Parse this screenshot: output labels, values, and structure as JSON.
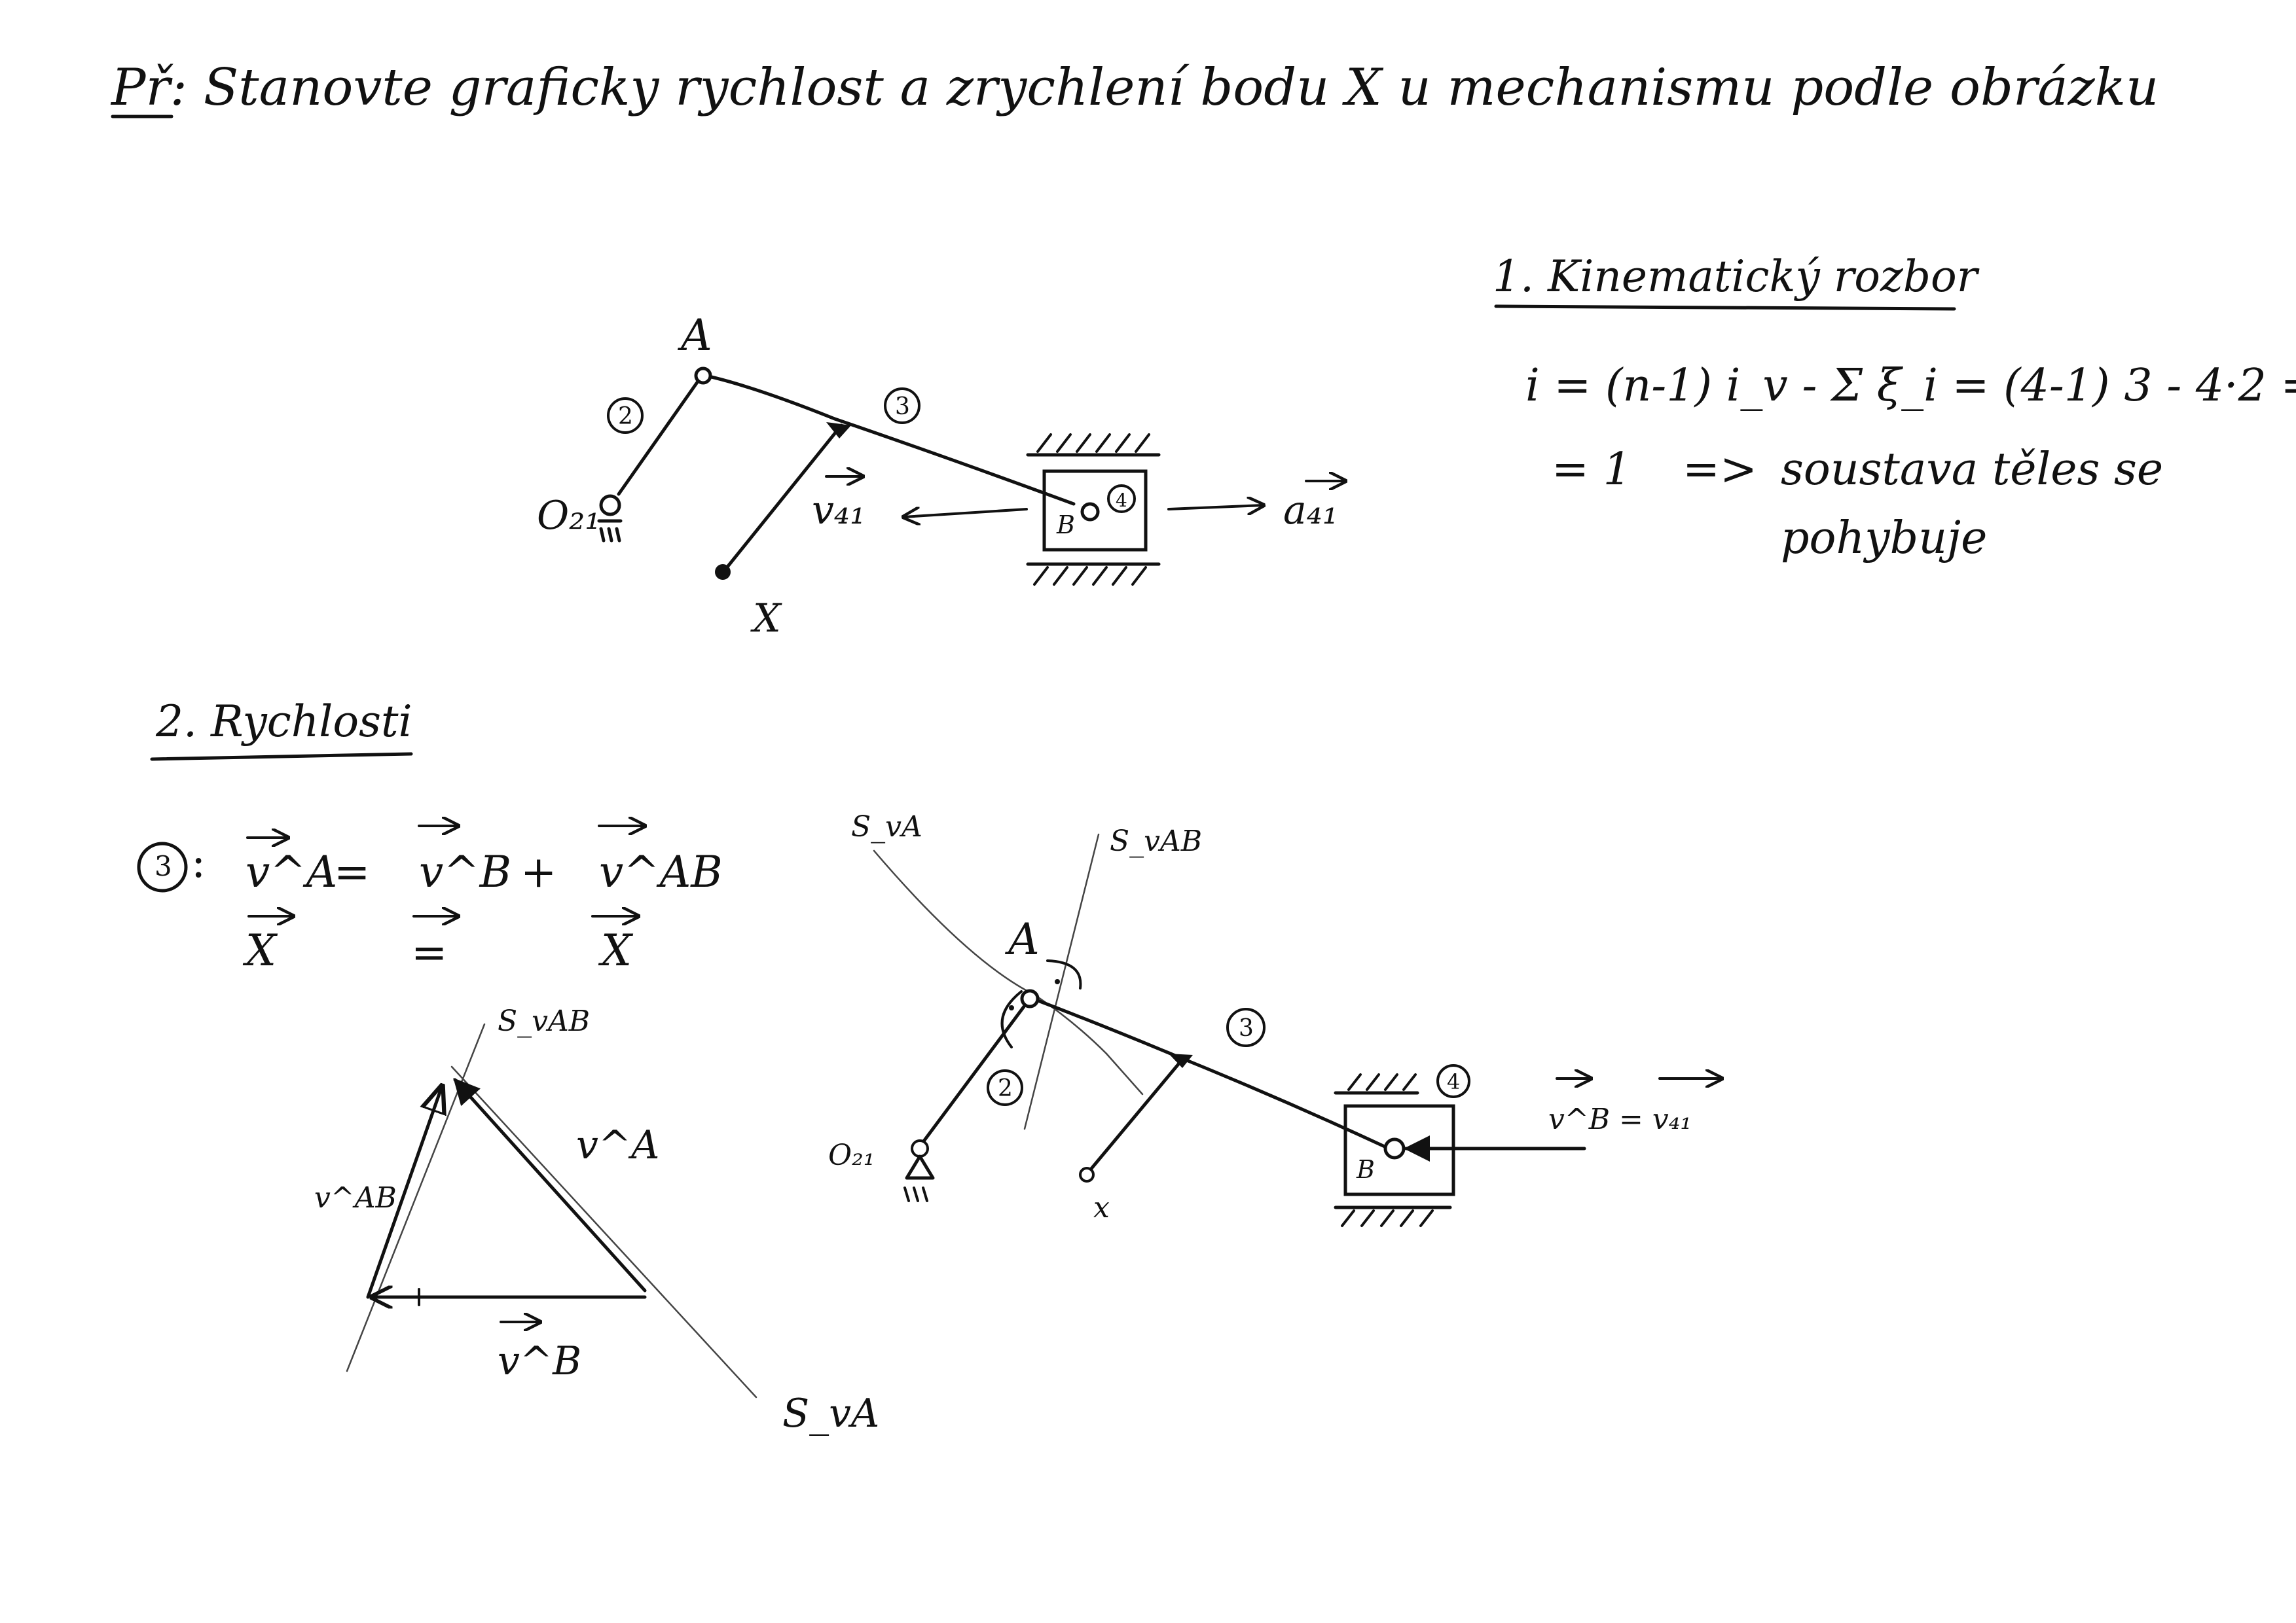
{
  "title": "Př: Stanovte graficky rychlost a zrychlení bodu X u mechanismu podle obrázku",
  "section1": {
    "heading": "1. Kinematický rozbor",
    "formula": "i = (n-1) i_v - Σ ξ_i = (4-1) 3 - 4·2 =",
    "result": "= 1",
    "arrow": "=>",
    "conclusion_line1": "soustava těles se",
    "conclusion_line2": "pohybuje"
  },
  "section2": {
    "heading": "2. Rychlosti"
  },
  "diagram1": {
    "point_A": "A",
    "support_O": "O₂₁",
    "point_X": "X",
    "point_B": "B",
    "member_2": "2",
    "member_3": "3",
    "member_4": "4",
    "velocity": "v₄₁",
    "acceleration": "a₄₁"
  },
  "vector_equation": {
    "body": "3",
    "lhs": "v^A",
    "equals": "=",
    "term1": "v^B",
    "plus": "+",
    "term2": "v^AB",
    "dir_lhs": "X",
    "dir_term1": "=",
    "dir_term2": "X"
  },
  "triangle": {
    "line_AB": "S_vAB",
    "line_A": "S_vA",
    "vec_AB": "v^AB",
    "vec_A": "v^A",
    "vec_B": "v^B"
  },
  "diagram2": {
    "line_A": "S_vA",
    "line_AB": "S_vAB",
    "point_A": "A",
    "support_O": "O₂₁",
    "point_X": "x",
    "point_B": "B",
    "member_2": "2",
    "member_3": "3",
    "member_4": "4",
    "velocity_eq": "v^B = v₄₁"
  }
}
